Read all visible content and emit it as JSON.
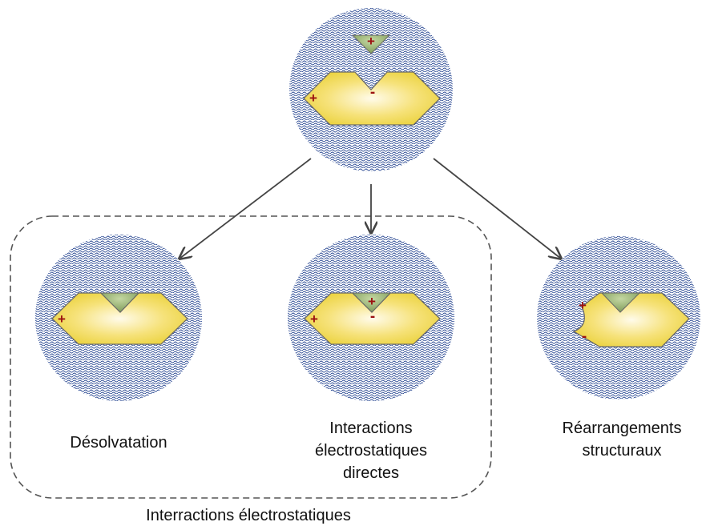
{
  "diagram": {
    "nodes": [
      {
        "id": "top",
        "label_lines": []
      },
      {
        "id": "desolvatation",
        "label_lines": [
          "Désolvatation"
        ]
      },
      {
        "id": "direct",
        "label_lines": [
          "Interactions",
          "électrostatiques",
          "directes"
        ]
      },
      {
        "id": "restructuring",
        "label_lines": [
          "Réarrangements",
          "structuraux"
        ]
      }
    ],
    "group_label": "Interractions électrostatiques",
    "charges": {
      "plus": "+",
      "minus": "-"
    },
    "colors": {
      "solvent_dot": "#1f3c8a",
      "hexagon_fill": "#f2d94a",
      "hexagon_stroke": "#555555",
      "triangle_fill": "#8ea86a",
      "charge_color": "#9b1111",
      "arrow_color": "#444444"
    }
  }
}
